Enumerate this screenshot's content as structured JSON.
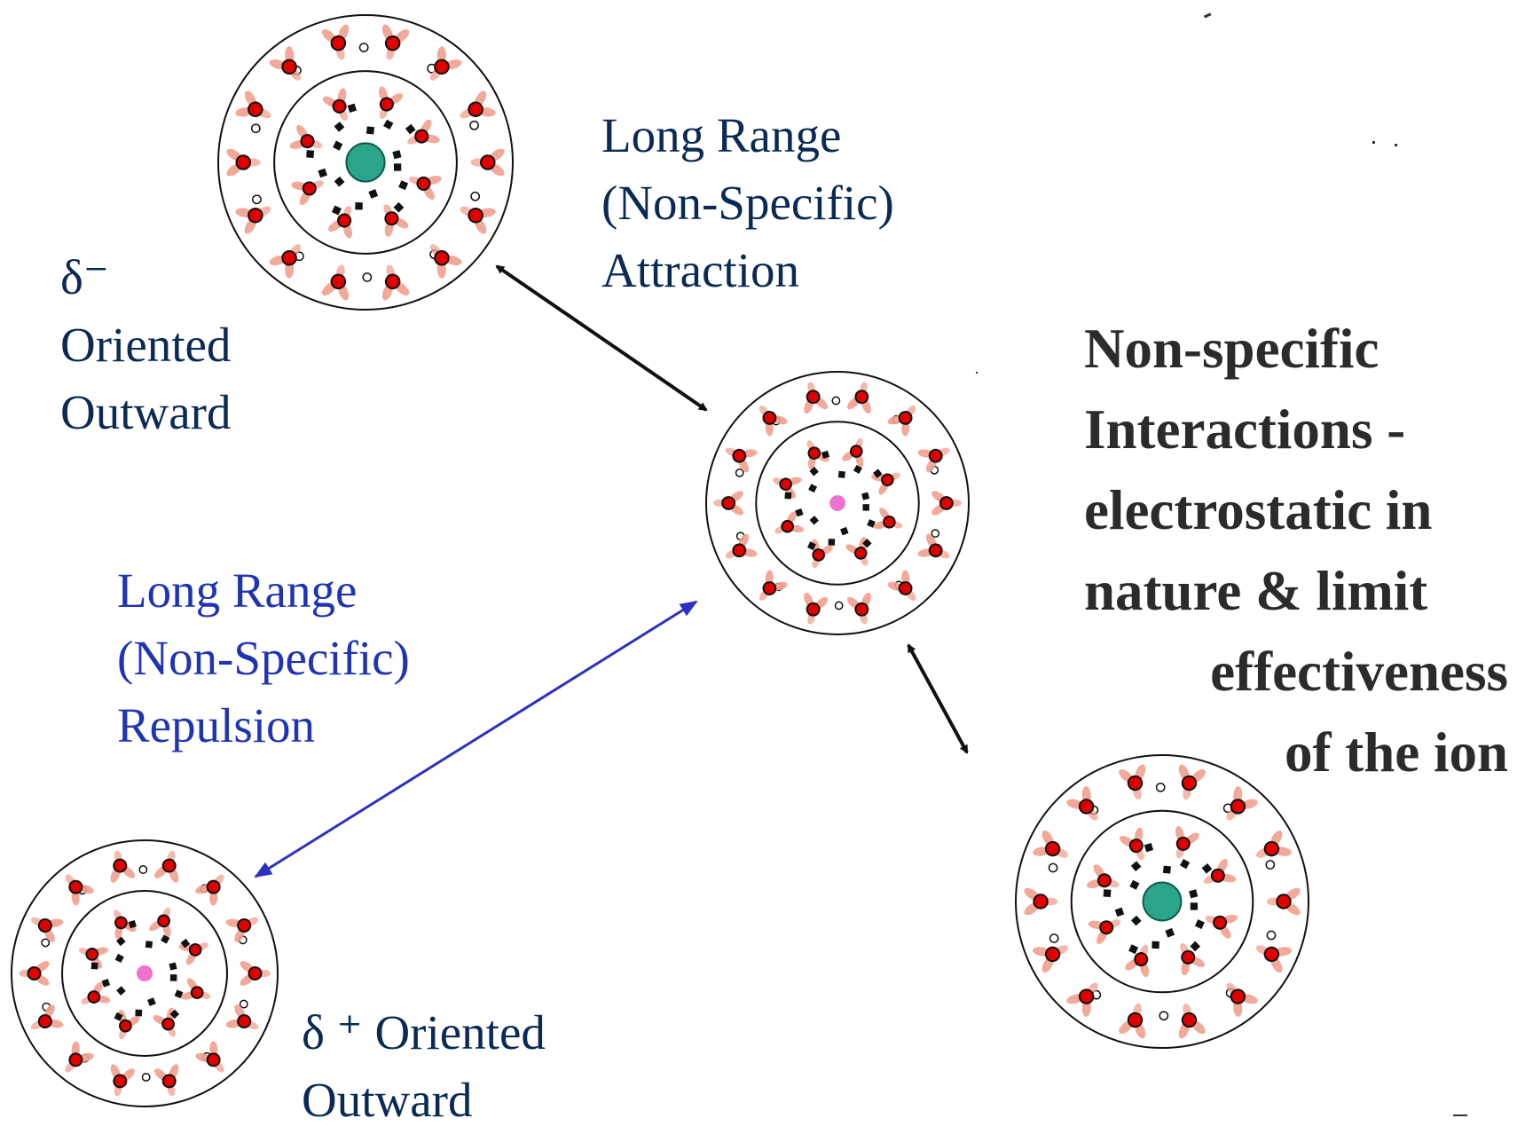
{
  "title_lines": [
    "Non-specific",
    "Interactions -",
    "electrostatic in",
    "nature & limit",
    "effectiveness",
    "of the ion"
  ],
  "attraction_label": {
    "line1": "Long Range",
    "line2": "(Non-Specific)",
    "line3": "Attraction"
  },
  "repulsion_label": {
    "line1": "Long Range",
    "line2": "(Non-Specific)",
    "line3": "Repulsion"
  },
  "delta_minus_label": {
    "line1": "δ⁻",
    "line2": "Oriented",
    "line3": "Outward"
  },
  "delta_plus_label": {
    "line1": "δ ⁺ Oriented",
    "line2": "Outward"
  },
  "colors": {
    "oxygen": "#e00000",
    "water_halo": "#f2a08e",
    "anion_core": "#2aa58a",
    "cation_core": "#ee70cf",
    "dark_text": "#0a2a55",
    "blue_text": "#1f33b5",
    "attraction_arrow": "#111111",
    "repulsion_arrow": "#3030c0"
  },
  "icons": {
    "solvated_anion": "hydrated-anion-icon",
    "solvated_cation": "hydrated-cation-icon"
  }
}
